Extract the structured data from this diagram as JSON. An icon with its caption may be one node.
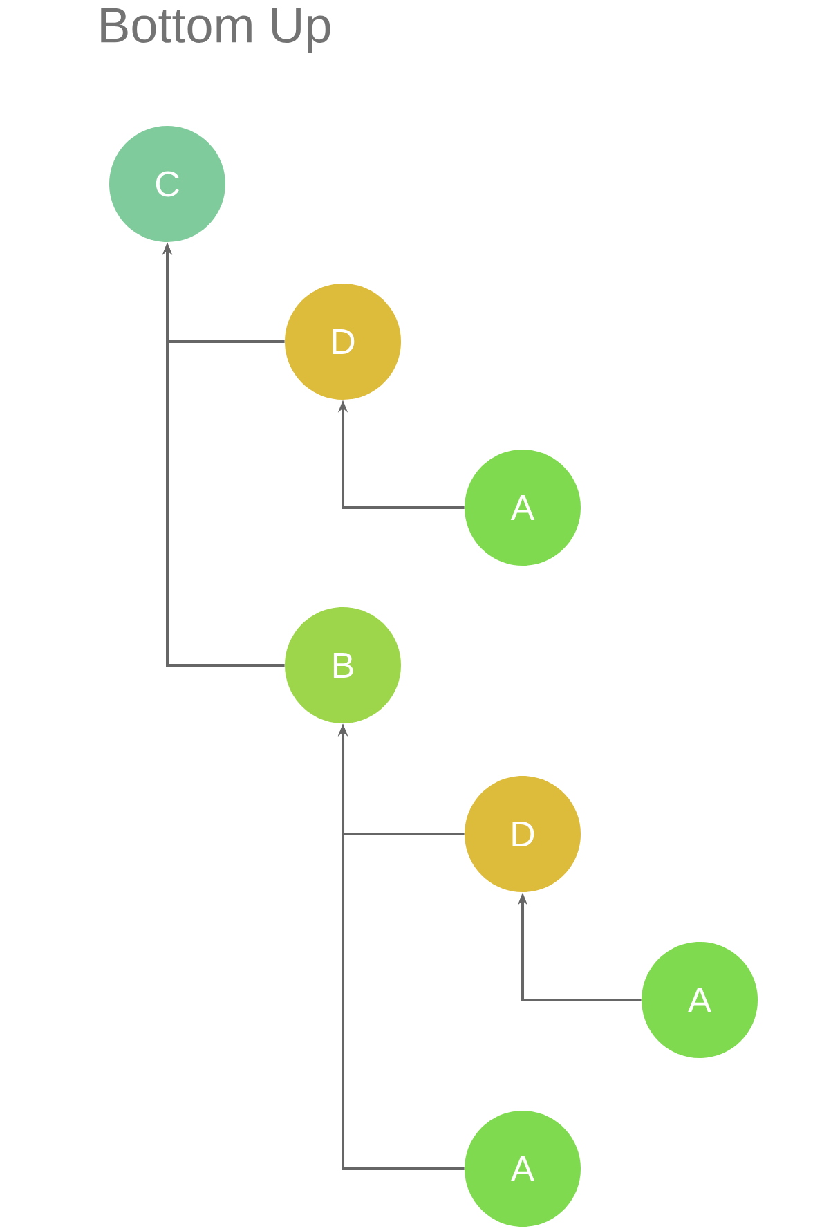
{
  "diagram": {
    "title": "Bottom Up",
    "nodes": [
      {
        "text": [
          "C"
        ]
      },
      {
        "text": [
          "D"
        ]
      },
      {
        "text": [
          "A"
        ]
      },
      {
        "text": [
          "B"
        ]
      },
      {
        "text": [
          "D"
        ]
      },
      {
        "text": [
          "A"
        ]
      },
      {
        "text": [
          "A"
        ]
      }
    ],
    "edges": [
      {
        "from": 1,
        "to": 0,
        "arrow": "to"
      },
      {
        "from": 3,
        "to": 0,
        "arrow": "to"
      },
      {
        "from": 2,
        "to": 1,
        "arrow": "to"
      },
      {
        "from": 4,
        "to": 3,
        "arrow": "to"
      },
      {
        "from": 6,
        "to": 3,
        "arrow": "to"
      },
      {
        "from": 5,
        "to": 4,
        "arrow": "to"
      }
    ]
  }
}
